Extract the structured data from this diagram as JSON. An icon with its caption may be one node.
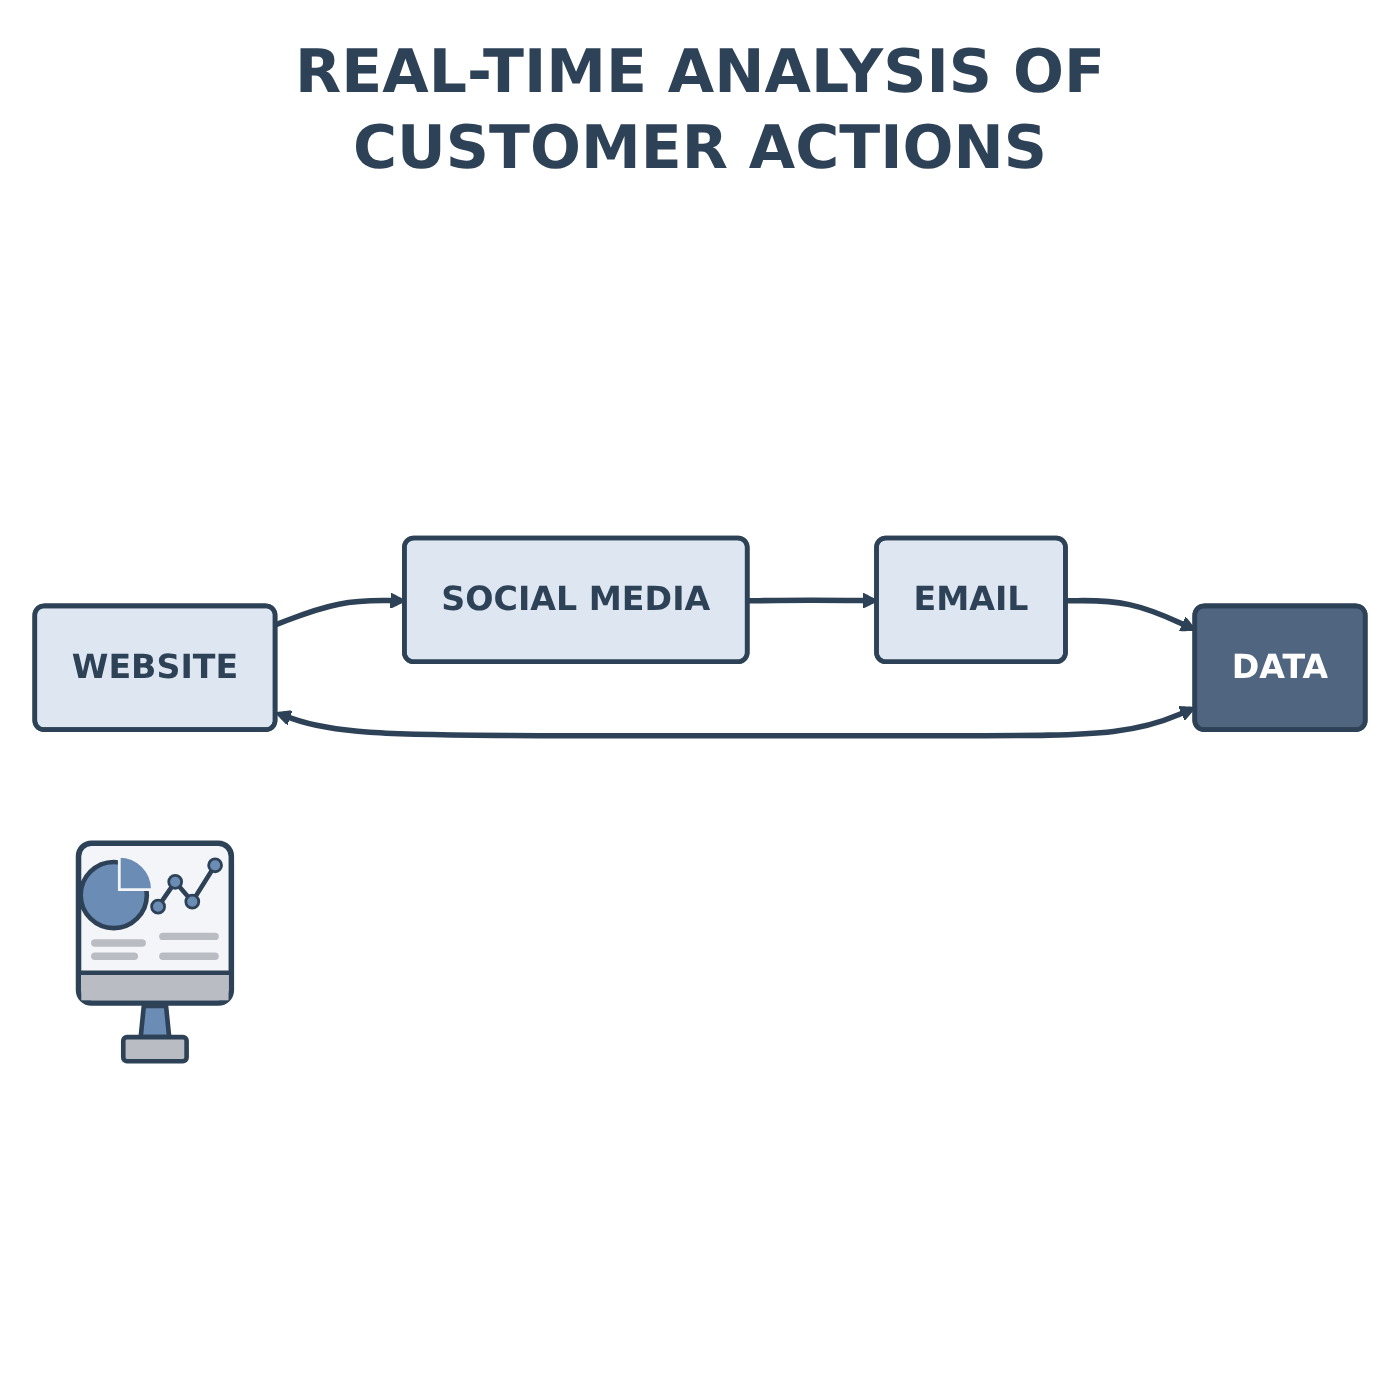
{
  "diagram": {
    "title": "REAL-TIME ANALYSIS OF CUSTOMER ACTIONS",
    "nodes": [
      {
        "text": [
          "WEBSITE"
        ]
      },
      {
        "text": [
          "SOCIAL MEDIA"
        ]
      },
      {
        "text": [],
        "shape": "picture"
      },
      {
        "text": [
          "DATA"
        ]
      },
      {
        "text": [
          "EMAIL"
        ]
      }
    ],
    "edges": [
      {
        "from": 0,
        "to": 1,
        "arrow": "to"
      },
      {
        "from": 1,
        "to": 4,
        "arrow": "to"
      },
      {
        "from": 4,
        "to": 3,
        "arrow": "to"
      },
      {
        "from": 3,
        "to": 0,
        "arrow": "both"
      }
    ]
  }
}
